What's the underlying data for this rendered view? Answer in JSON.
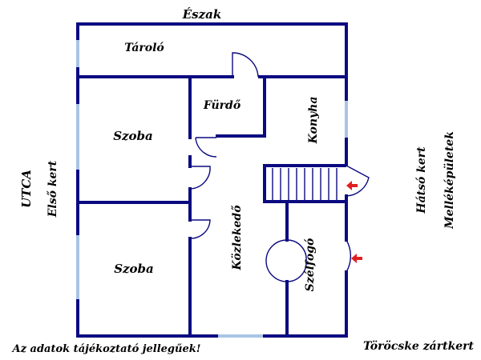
{
  "compass": {
    "north": "Észak"
  },
  "rooms": {
    "storage": "Tároló",
    "bathroom": "Fürdő",
    "kitchen": "Konyha",
    "room_top": "Szoba",
    "room_bottom": "Szoba",
    "corridor": "Közlekedő",
    "porch": "Szélfogó"
  },
  "surroundings": {
    "street": "UTCA",
    "front_garden": "Első kert",
    "back_garden": "Hátsó kert",
    "outbuildings": "Melléképületek",
    "plot": "Töröcske zártkert"
  },
  "disclaimer": "Az adatok tájékoztató jellegűek!",
  "colors": {
    "wall": "#0b0a80",
    "window": "#a9c4e6",
    "entrance_arrow": "#e02020"
  },
  "icons": {
    "entrance": "red-arrow-icon"
  }
}
